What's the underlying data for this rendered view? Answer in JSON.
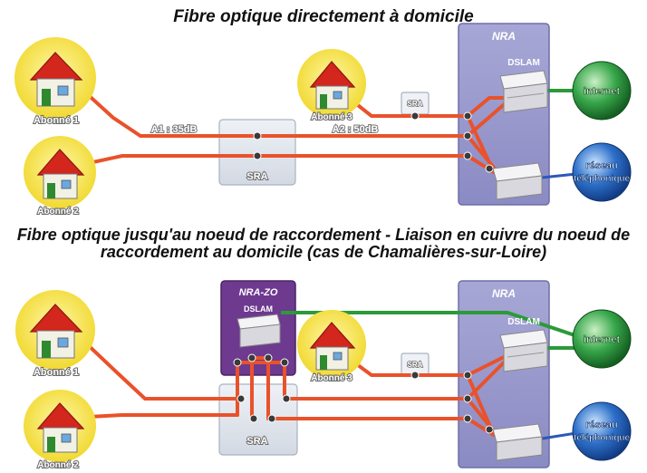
{
  "titles": {
    "top": "Fibre optique directement à domicile",
    "bottom_line1": "Fibre optique jusqu'au noeud de raccordement - Liaison en cuivre du noeud de",
    "bottom_line2": "raccordement au domicile (cas de Chamalières-sur-Loire)"
  },
  "labels": {
    "abonne1": "Abonné 1",
    "abonne2": "Abonné 2",
    "abonne3": "Abonné 3",
    "sra": "SRA",
    "nra": "NRA",
    "nra_zo": "NRA-ZO",
    "dslam": "DSLAM",
    "internet": "internet",
    "reseau_line1": "réseau",
    "reseau_line2": "téléphonique",
    "loss_a1": "A1 : 35dB",
    "loss_a2": "A2 : 50dB"
  },
  "colors": {
    "fibre": "#e9522a",
    "internet_link": "#2c9a3a",
    "phone_link": "#2d58b8",
    "nra_box": "#9c9ccd",
    "nra_zo_box": "#6d3a8f",
    "sra_box": "#dfe4ec",
    "house_halo": "#f4e24a",
    "roof": "#d3261c"
  }
}
